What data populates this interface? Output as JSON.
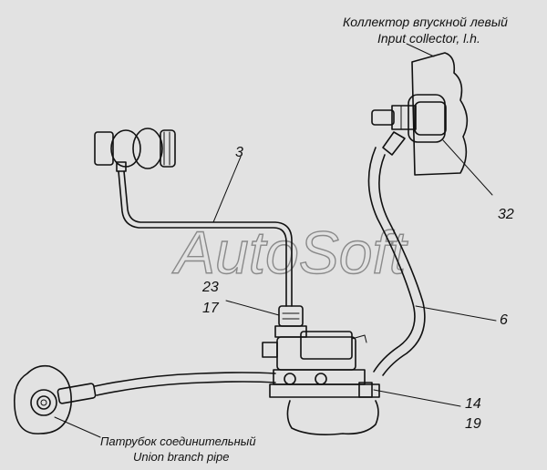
{
  "collector": {
    "label_ru": "Коллектор впускной левый",
    "label_en": "Input collector, l.h."
  },
  "union": {
    "label_ru": "Патрубок соединительный",
    "label_en": "Union branch pipe"
  },
  "callouts": {
    "c3": "3",
    "c32": "32",
    "c23": "23",
    "c17": "17",
    "c6": "6",
    "c14": "14",
    "c19": "19"
  },
  "watermark": "AutoSoft"
}
